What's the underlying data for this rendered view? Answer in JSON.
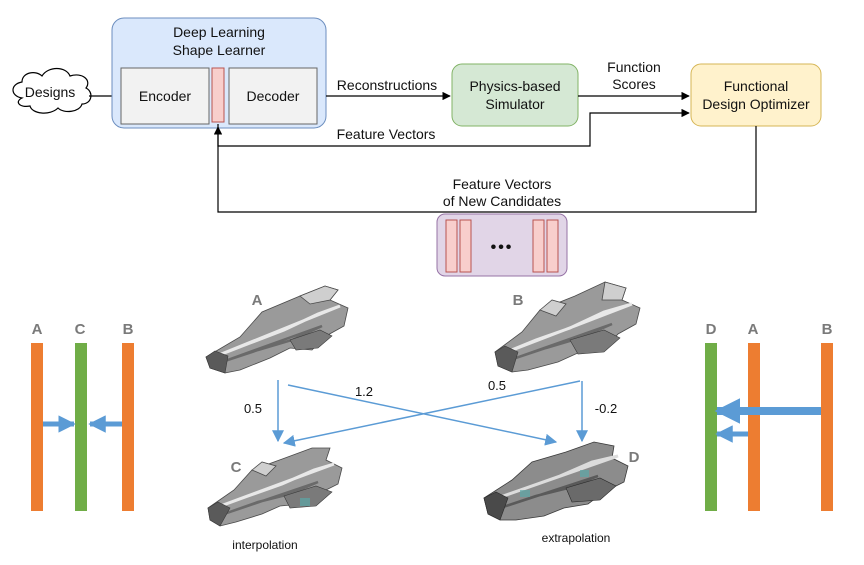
{
  "pipeline": {
    "designs": "Designs",
    "learner_title_1": "Deep Learning",
    "learner_title_2": "Shape Learner",
    "encoder": "Encoder",
    "decoder": "Decoder",
    "reconstructions": "Reconstructions",
    "simulator_1": "Physics-based",
    "simulator_2": "Simulator",
    "function_scores_1": "Function",
    "function_scores_2": "Scores",
    "optimizer_1": "Functional",
    "optimizer_2": "Design Optimizer",
    "feature_vectors": "Feature Vectors",
    "new_candidates_1": "Feature Vectors",
    "new_candidates_2": "of New Candidates",
    "ellipsis": "•••"
  },
  "shapes": {
    "a": "A",
    "b": "B",
    "c": "C",
    "d": "D",
    "weight_a_to_c": "0.5",
    "weight_a_to_d": "1.2",
    "weight_b_to_c": "0.5",
    "weight_b_to_d": "-0.2",
    "interpolation": "interpolation",
    "extrapolation": "extrapolation"
  },
  "left_bars": {
    "a": "A",
    "c": "C",
    "b": "B"
  },
  "right_bars": {
    "d": "D",
    "a": "A",
    "b": "B"
  },
  "colors": {
    "learner_fill": "#dae8fc",
    "learner_stroke": "#6c8ebf",
    "simulator_fill": "#d5e8d4",
    "simulator_stroke": "#82b366",
    "optimizer_fill": "#fff2cc",
    "optimizer_stroke": "#d6b656",
    "candidates_fill": "#e1d5e7",
    "candidates_stroke": "#9673a6",
    "vector_fill": "#f8cecc",
    "vector_stroke": "#b85450",
    "orange_bar": "#ed7d31",
    "green_bar": "#70ad47",
    "blue_arrow": "#5b9bd5"
  }
}
